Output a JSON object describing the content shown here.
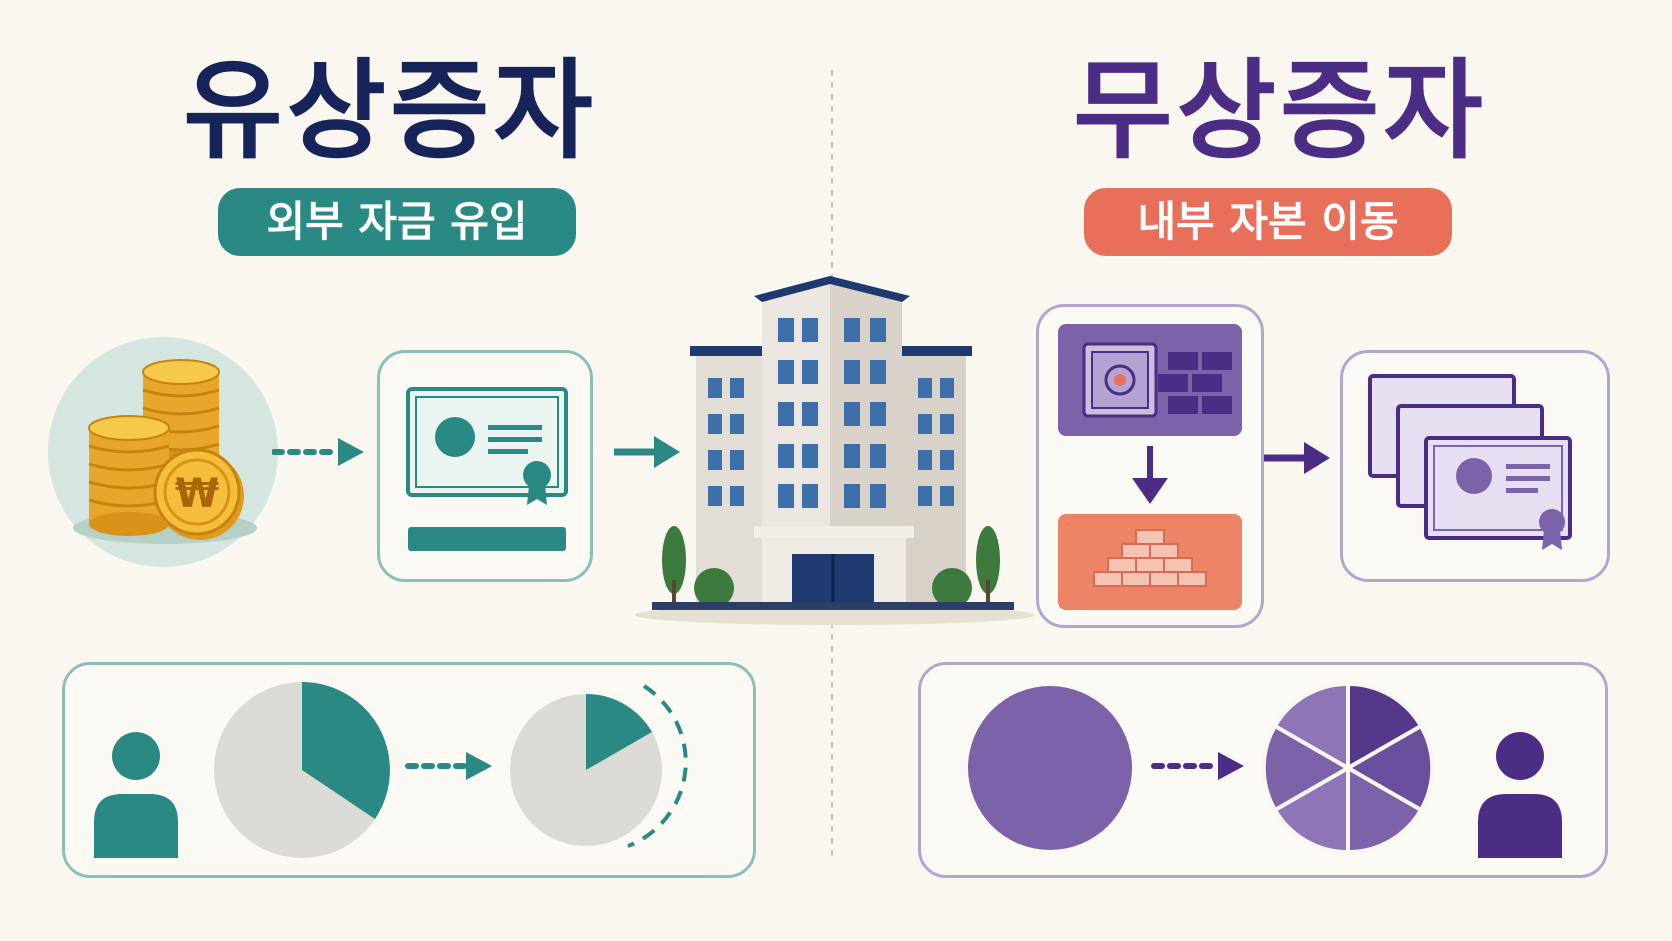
{
  "left": {
    "title": "유상증자",
    "subtitle": "외부 자금 유입",
    "colors": {
      "title": "#17245a",
      "accent": "#2a8a83",
      "pill": "#2a8a83"
    },
    "icons": [
      "coin-stack-icon",
      "won-coin-icon",
      "certificate-icon",
      "shareholder-icon",
      "pie-share-icon"
    ]
  },
  "right": {
    "title": "무상증자",
    "subtitle": "내부 자본 이동",
    "colors": {
      "title": "#4b2d86",
      "accent": "#7c62a9",
      "pill": "#e8705a"
    },
    "icons": [
      "vault-icon",
      "gold-bars-icon",
      "bricks-icon",
      "certificates-stack-icon",
      "shareholder-icon",
      "pie-split-icon"
    ]
  },
  "center": {
    "icon": "office-building-icon"
  },
  "coin_symbol": "₩"
}
